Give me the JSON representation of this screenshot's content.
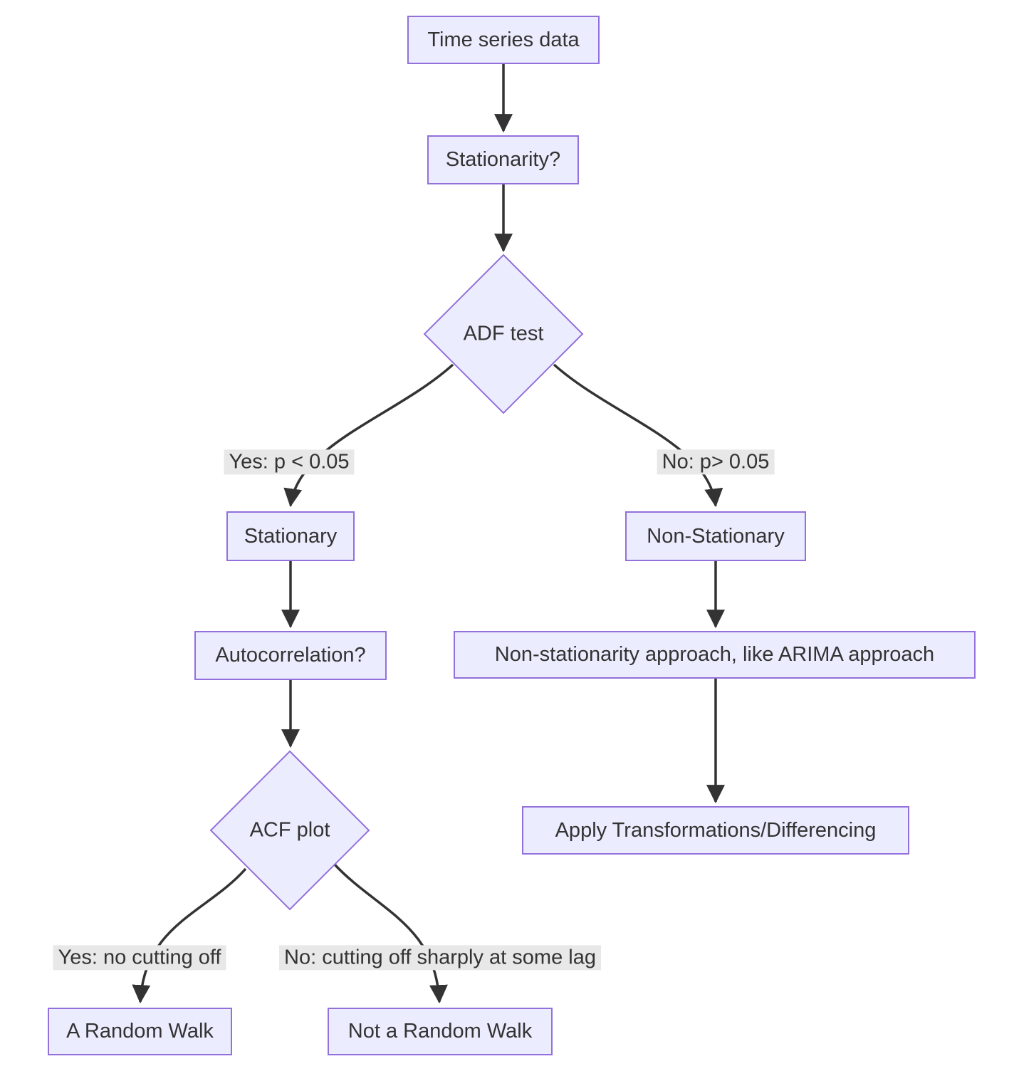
{
  "diagram": {
    "type": "flowchart-top-down",
    "colors": {
      "node_fill": "#ECECFF",
      "node_border": "#9370DB",
      "edge": "#333333",
      "text": "#333333",
      "edge_label_bg": "#e8e8e8",
      "background": "#ffffff"
    },
    "nodes": {
      "time_series_data": "Time series data",
      "stationarity": "Stationarity?",
      "adf_test": "ADF test",
      "stationary": "Stationary",
      "non_stationary": "Non-Stationary",
      "autocorrelation": "Autocorrelation?",
      "arima_approach": "Non-stationarity approach, like ARIMA approach",
      "acf_plot": "ACF plot",
      "apply_transform": "Apply Transformations/Differencing",
      "random_walk": "A Random Walk",
      "not_random_walk": "Not a Random Walk"
    },
    "edge_labels": {
      "adf_yes": "Yes: p < 0.05",
      "adf_no": "No: p> 0.05",
      "acf_yes": "Yes: no cutting off",
      "acf_no": "No: cutting off sharply at some lag"
    },
    "edges": [
      {
        "from": "time_series_data",
        "to": "stationarity",
        "label": ""
      },
      {
        "from": "stationarity",
        "to": "adf_test",
        "label": ""
      },
      {
        "from": "adf_test",
        "to": "stationary",
        "label": "Yes: p < 0.05"
      },
      {
        "from": "adf_test",
        "to": "non_stationary",
        "label": "No: p> 0.05"
      },
      {
        "from": "stationary",
        "to": "autocorrelation",
        "label": ""
      },
      {
        "from": "non_stationary",
        "to": "arima_approach",
        "label": ""
      },
      {
        "from": "autocorrelation",
        "to": "acf_plot",
        "label": ""
      },
      {
        "from": "arima_approach",
        "to": "apply_transform",
        "label": ""
      },
      {
        "from": "acf_plot",
        "to": "random_walk",
        "label": "Yes: no cutting off"
      },
      {
        "from": "acf_plot",
        "to": "not_random_walk",
        "label": "No: cutting off sharply at some lag"
      }
    ]
  }
}
